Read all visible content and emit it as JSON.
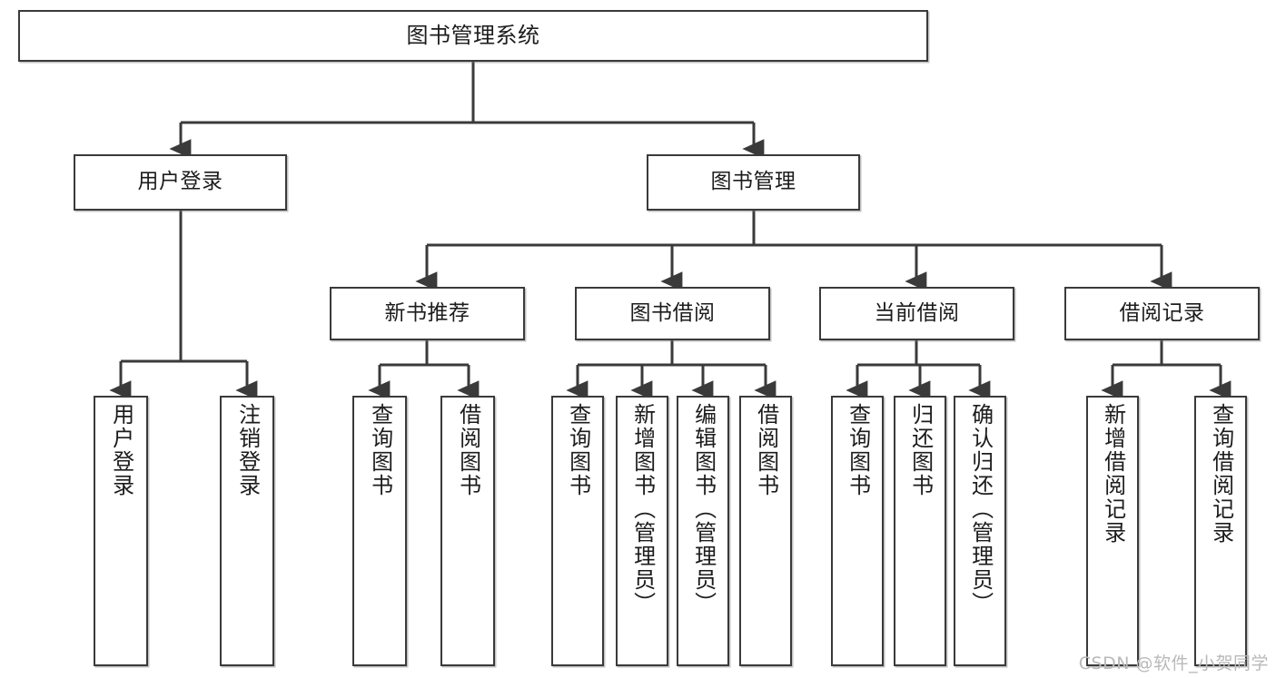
{
  "diagram": {
    "title": "图书管理系统",
    "type": "tree-hierarchy",
    "watermark": "CSDN @软件_小贺同学",
    "colors": {
      "box_border": "#3a3a3a",
      "box_fill": "#ffffff",
      "connector": "#3a3a3a",
      "text": "#1c1c1c",
      "watermark": "#b9b9b9"
    }
  },
  "nodes": {
    "root": {
      "label": "图书管理系统"
    },
    "level2": [
      {
        "id": "user-login",
        "label": "用户登录"
      },
      {
        "id": "book-manage",
        "label": "图书管理"
      }
    ],
    "level3": [
      {
        "id": "new-book-recommend",
        "label": "新书推荐"
      },
      {
        "id": "book-borrow",
        "label": "图书借阅"
      },
      {
        "id": "current-borrow",
        "label": "当前借阅"
      },
      {
        "id": "borrow-record",
        "label": "借阅记录"
      }
    ],
    "leaves": {
      "user_login": [
        {
          "id": "leaf-user-login",
          "label": "用户登录"
        },
        {
          "id": "leaf-user-logout",
          "label": "注销登录"
        }
      ],
      "new_book_recommend": [
        {
          "id": "leaf-query-book-1",
          "label": "查询图书"
        },
        {
          "id": "leaf-borrow-book-1",
          "label": "借阅图书"
        }
      ],
      "book_borrow": [
        {
          "id": "leaf-query-book-2",
          "label": "查询图书"
        },
        {
          "id": "leaf-add-book",
          "label": "新增图书（管理员）"
        },
        {
          "id": "leaf-edit-book",
          "label": "编辑图书（管理员）"
        },
        {
          "id": "leaf-borrow-book-2",
          "label": "借阅图书"
        }
      ],
      "current_borrow": [
        {
          "id": "leaf-query-book-3",
          "label": "查询图书"
        },
        {
          "id": "leaf-return-book",
          "label": "归还图书"
        },
        {
          "id": "leaf-confirm-return",
          "label": "确认归还（管理员）"
        }
      ],
      "borrow_record": [
        {
          "id": "leaf-add-record",
          "label": "新增借阅记录"
        },
        {
          "id": "leaf-query-record",
          "label": "查询借阅记录"
        }
      ]
    }
  }
}
